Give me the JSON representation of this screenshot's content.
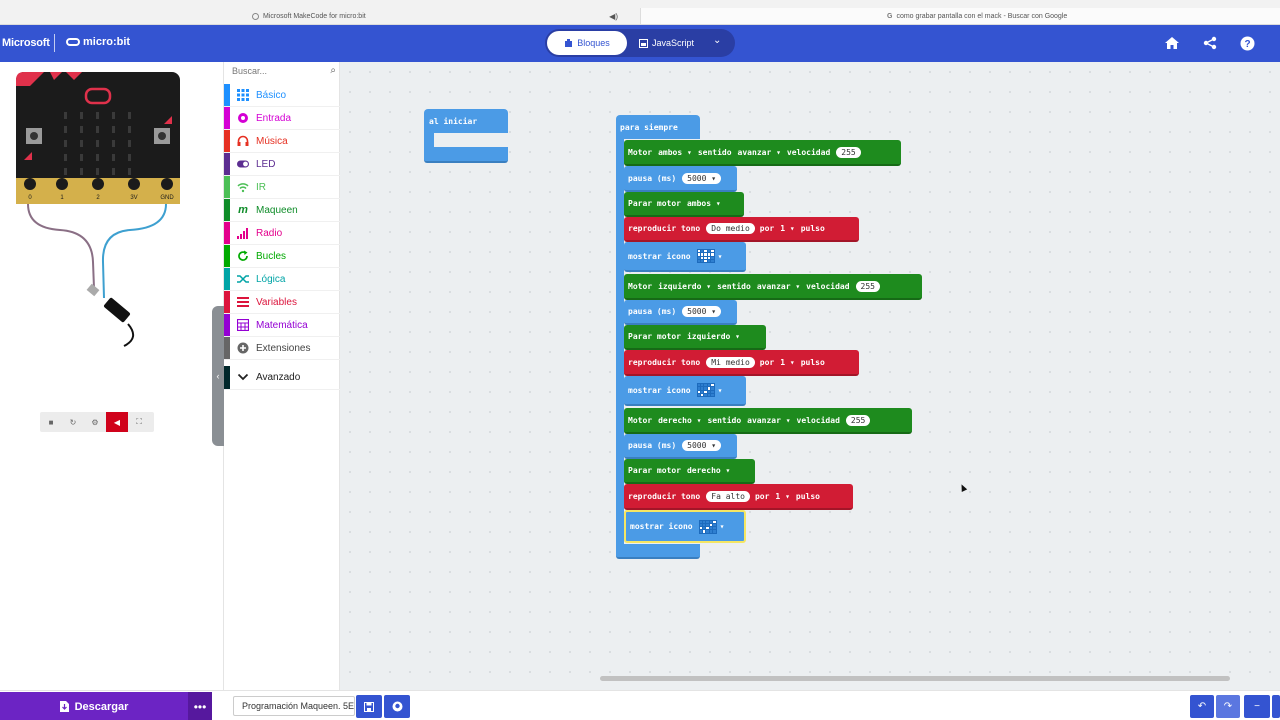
{
  "browser": {
    "tab1_title": "Microsoft MakeCode for micro:bit",
    "tab2_title": "como grabar pantalla con el mack - Buscar con Google"
  },
  "header": {
    "brand": "Microsoft",
    "product": "micro:bit",
    "mode_blocks": "Bloques",
    "mode_js": "JavaScript"
  },
  "simulator": {
    "pin_labels": [
      "0",
      "1",
      "2",
      "3V",
      "GND"
    ]
  },
  "toolbox": {
    "search_placeholder": "Buscar...",
    "categories": [
      {
        "label": "Básico",
        "color": "#1e90ff",
        "icon": "grid-icon"
      },
      {
        "label": "Entrada",
        "color": "#d400d4",
        "icon": "target-icon"
      },
      {
        "label": "Música",
        "color": "#e63022",
        "icon": "headphones-icon"
      },
      {
        "label": "LED",
        "color": "#5c2d91",
        "icon": "toggle-icon"
      },
      {
        "label": "IR",
        "color": "#4cbf56",
        "icon": "wifi-icon"
      },
      {
        "label": "Maqueen",
        "color": "#0e8c28",
        "icon": "maqueen-icon"
      },
      {
        "label": "Radio",
        "color": "#e3008c",
        "icon": "signal-icon"
      },
      {
        "label": "Bucles",
        "color": "#00aa00",
        "icon": "loop-icon"
      },
      {
        "label": "Lógica",
        "color": "#00a4a6",
        "icon": "shuffle-icon"
      },
      {
        "label": "Variables",
        "color": "#dc143c",
        "icon": "lines-icon"
      },
      {
        "label": "Matemática",
        "color": "#9400d3",
        "icon": "calculator-icon"
      },
      {
        "label": "Extensiones",
        "color": "#666666",
        "icon": "plus-circle-icon"
      },
      {
        "label": "Avanzado",
        "color": "#00272b",
        "icon": "chevron-down-icon"
      }
    ]
  },
  "workspace": {
    "on_start": "al iniciar",
    "forever": "para siempre",
    "blocks": {
      "motor1": {
        "word": "Motor",
        "motor": "ambos",
        "dir_label": "sentido",
        "dir": "avanzar",
        "speed_label": "velocidad",
        "speed": "255"
      },
      "pause_label": "pausa (ms)",
      "pause1": "5000",
      "stop_label": "Parar motor",
      "stop1": "ambos",
      "tone_label": "reproducir tono",
      "for_label": "por",
      "beat_label": "pulso",
      "tone1": "Do medio",
      "beats1": "1",
      "show_icon_label": "mostrar icono",
      "motor2": {
        "word": "Motor",
        "motor": "izquierdo",
        "dir_label": "sentido",
        "dir": "avanzar",
        "speed_label": "velocidad",
        "speed": "255"
      },
      "pause2": "5000",
      "stop2": "izquierdo",
      "tone2": "Mi medio",
      "beats2": "1",
      "motor3": {
        "word": "Motor",
        "motor": "derecho",
        "dir_label": "sentido",
        "dir": "avanzar",
        "speed_label": "velocidad",
        "speed": "255"
      },
      "pause3": "5000",
      "stop3": "derecho",
      "tone3": "Fa alto",
      "beats3": "1"
    }
  },
  "footer": {
    "download": "Descargar",
    "project_name": "Programación Maqueen. 5E"
  }
}
